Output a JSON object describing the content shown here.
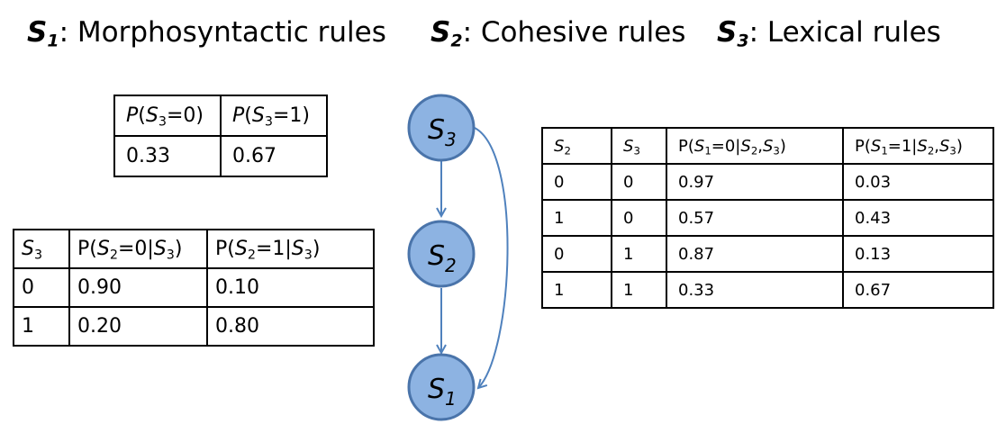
{
  "titles": {
    "s1": {
      "symbol": "S",
      "sub": "1",
      "text": ": Morphosyntactic rules"
    },
    "s2": {
      "symbol": "S",
      "sub": "2",
      "text": ": Cohesive rules"
    },
    "s3": {
      "symbol": "S",
      "sub": "3",
      "text": ": Lexical rules"
    }
  },
  "nodes": [
    {
      "id": "S3",
      "symbol": "S",
      "sub": "3"
    },
    {
      "id": "S2",
      "symbol": "S",
      "sub": "2"
    },
    {
      "id": "S1",
      "symbol": "S",
      "sub": "1"
    }
  ],
  "edges": [
    {
      "from": "S3",
      "to": "S2"
    },
    {
      "from": "S2",
      "to": "S1"
    },
    {
      "from": "S3",
      "to": "S1"
    }
  ],
  "colors": {
    "node_fill": "#8db3e2",
    "node_stroke": "#4a74aa",
    "edge": "#4f81bd"
  },
  "table_s3": {
    "rows": [
      [
        "0.33",
        "0.67"
      ]
    ]
  },
  "table_s2": {
    "rows": [
      [
        "0",
        "0.90",
        "0.10"
      ],
      [
        "1",
        "0.20",
        "0.80"
      ]
    ]
  },
  "table_s1": {
    "rows": [
      [
        "0",
        "0",
        "0.97",
        "0.03"
      ],
      [
        "1",
        "0",
        "0.57",
        "0.43"
      ],
      [
        "0",
        "1",
        "0.87",
        "0.13"
      ],
      [
        "1",
        "1",
        "0.33",
        "0.67"
      ]
    ]
  }
}
